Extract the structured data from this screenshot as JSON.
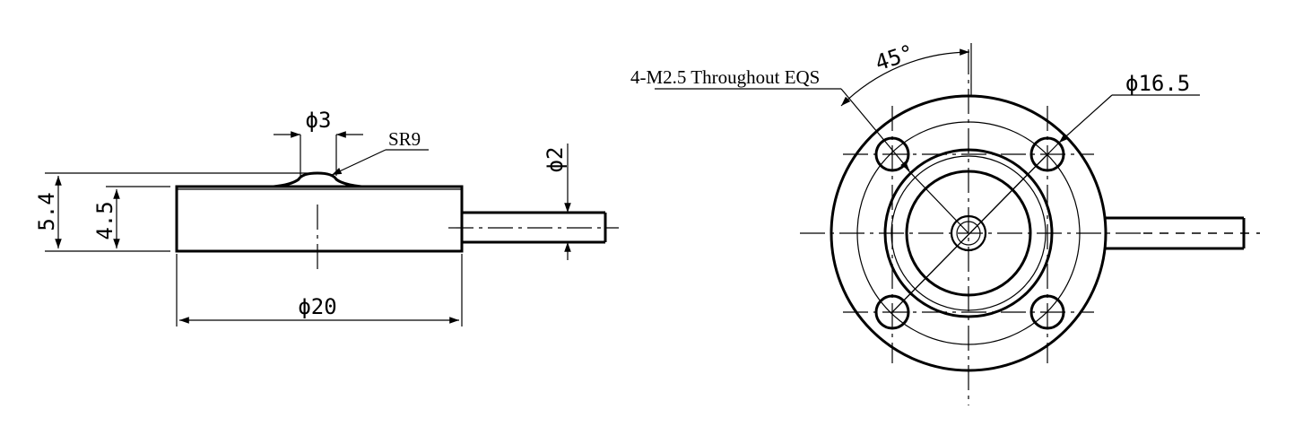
{
  "side_view": {
    "dim_total_height": "5.4",
    "dim_body_height": "4.5",
    "dim_button_dia": "ϕ3",
    "dim_sphere_radius": "SR9",
    "dim_cable_dia": "ϕ2",
    "dim_body_dia": "ϕ20"
  },
  "top_view": {
    "angle": "45°",
    "hole_note": "4-M2.5 Throughout EQS",
    "dim_pcd": "ϕ16.5"
  }
}
